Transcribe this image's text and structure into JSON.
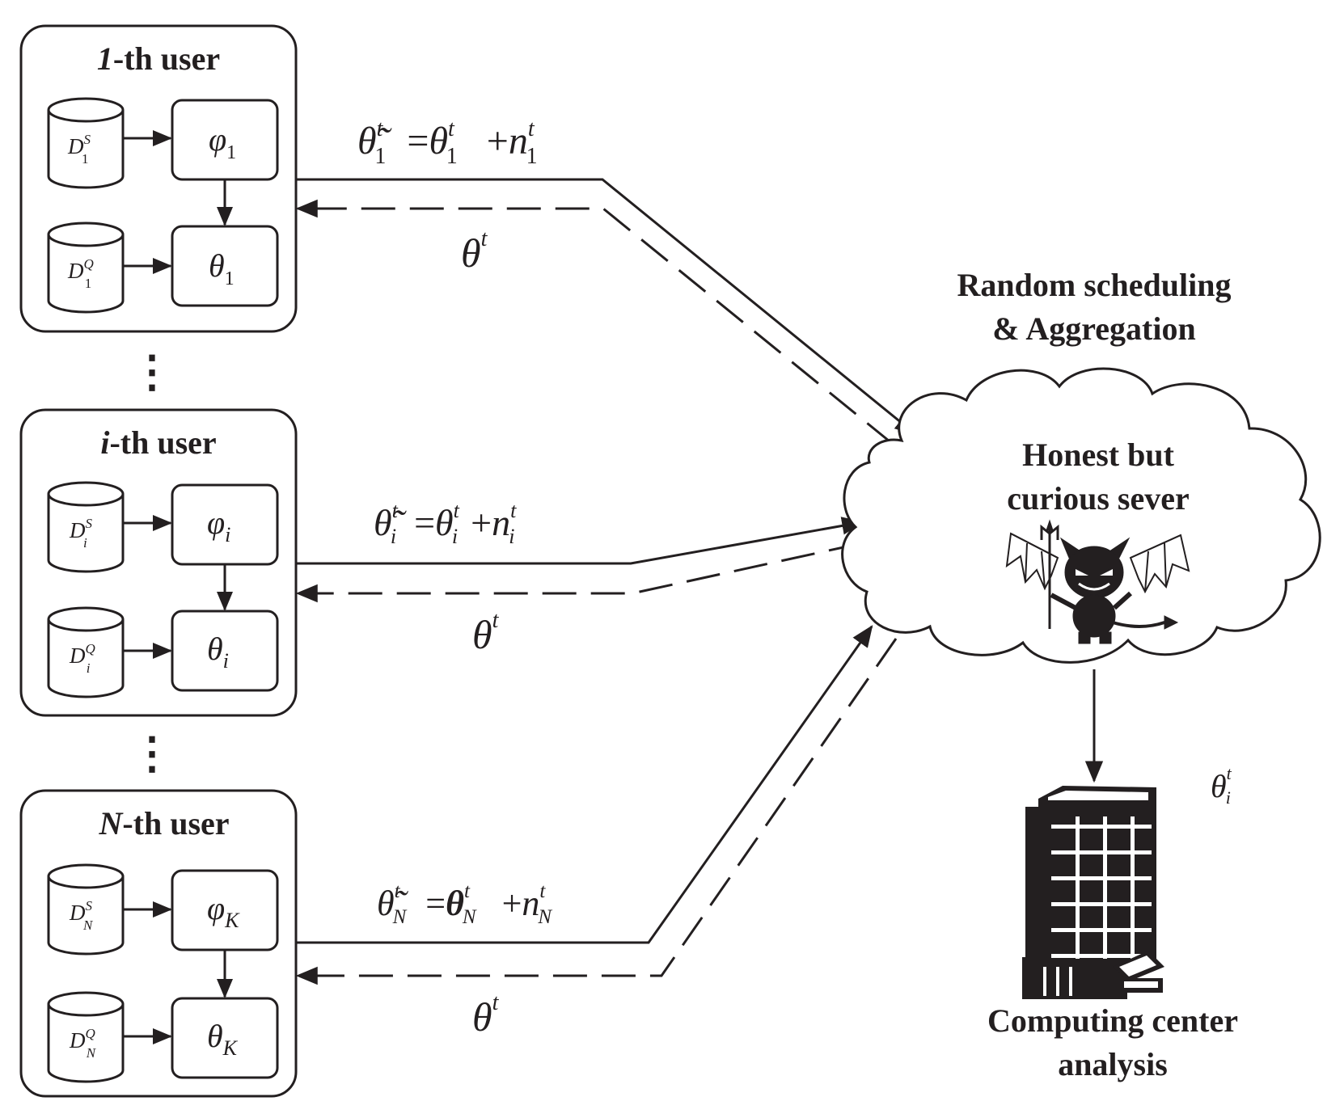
{
  "users": [
    {
      "title_var": "1",
      "title_rest": "-th user",
      "support_set": {
        "base": "D",
        "sup": "S",
        "sub": "1"
      },
      "query_set": {
        "base": "D",
        "sup": "Q",
        "sub": "1"
      },
      "inner_model": {
        "base": "φ",
        "sub": "1"
      },
      "outer_model": {
        "base": "θ",
        "sub": "1"
      },
      "upload_eq": {
        "lhs": "θ̃",
        "lhs_sup": "t",
        "lhs_sub": "1",
        "eq": "=",
        "rhs": "θ",
        "rhs_sup": "t",
        "rhs_sub": "1",
        "plus": "+",
        "noise": "n",
        "noise_sup": "t",
        "noise_sub": "1"
      },
      "download": {
        "base": "θ",
        "sup": "t"
      }
    },
    {
      "title_var": "i",
      "title_rest": "-th user",
      "support_set": {
        "base": "D",
        "sup": "S",
        "sub": "i"
      },
      "query_set": {
        "base": "D",
        "sup": "Q",
        "sub": "i"
      },
      "inner_model": {
        "base": "φ",
        "sub": "i"
      },
      "outer_model": {
        "base": "θ",
        "sub": "i"
      },
      "upload_eq": {
        "lhs": "θ̃",
        "lhs_sup": "t",
        "lhs_sub": "i",
        "eq": "=",
        "rhs": "θ",
        "rhs_sup": "t",
        "rhs_sub": "i",
        "plus": "+",
        "noise": "n",
        "noise_sup": "t",
        "noise_sub": "i"
      },
      "download": {
        "base": "θ",
        "sup": "t"
      }
    },
    {
      "title_var": "N",
      "title_rest": "-th user",
      "support_set": {
        "base": "D",
        "sup": "S",
        "sub": "N"
      },
      "query_set": {
        "base": "D",
        "sup": "Q",
        "sub": "N"
      },
      "inner_model": {
        "base": "φ",
        "sub": "K"
      },
      "outer_model": {
        "base": "θ",
        "sub": "K"
      },
      "upload_eq": {
        "lhs": "θ̃",
        "lhs_sup": "t",
        "lhs_sub": "N",
        "eq": "=",
        "rhs": "θ",
        "rhs_sup": "t",
        "rhs_sub": "N",
        "plus": "+",
        "noise": "n",
        "noise_sup": "t",
        "noise_sub": "N"
      },
      "download": {
        "base": "θ",
        "sup": "t"
      }
    }
  ],
  "ellipsis": "⋮",
  "server": {
    "caption_line1": "Random scheduling",
    "caption_line2": "& Aggregation",
    "label_line1": "Honest but",
    "label_line2": "curious sever",
    "icon": "devil-icon"
  },
  "computing_center": {
    "icon": "building-icon",
    "label_line1": "Computing center",
    "label_line2": "analysis",
    "param": {
      "base": "θ",
      "sup": "t",
      "sub": "i"
    }
  }
}
